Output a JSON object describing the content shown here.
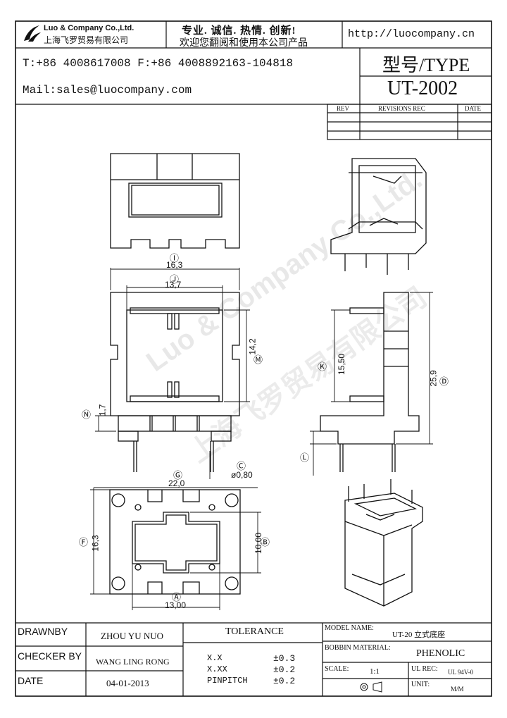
{
  "header": {
    "company_en": "Luo & Company Co.,Ltd.",
    "company_cn": "上海飞罗贸易有限公司",
    "slogan_line1": "专业. 诚信. 热情. 创新!",
    "slogan_line2": "欢迎您翻阅和使用本公司产品",
    "website": "http://luocompany.cn",
    "phone_fax": "T:+86 4008617008 F:+86 4008892163-104818",
    "email": "Mail:sales@luocompany.com",
    "type_label": "型号/TYPE",
    "model": "UT-2002"
  },
  "revisions": {
    "rev": "REV",
    "rec": "REVISIONS REC",
    "date": "DATE"
  },
  "watermark": {
    "en": "Luo & Company Co.,Ltd.",
    "cn": "上海飞罗贸易有限公司"
  },
  "dimensions": {
    "i_label": "Ⓘ",
    "i_value": "16,3",
    "j_label": "Ⓙ",
    "j_value": "13,7",
    "m_label": "Ⓜ",
    "m_value": "14,2",
    "n_label": "Ⓝ",
    "n_value": "1,7",
    "c_label": "Ⓒ",
    "c_value": "ø0,80",
    "k_label": "Ⓚ",
    "k_value": "15,50",
    "d_label": "Ⓓ",
    "d_value": "25,9",
    "l_label": "Ⓛ",
    "g_label": "Ⓖ",
    "g_value": "22,0",
    "f_label": "Ⓕ",
    "f_value": "16,3",
    "b_label": "Ⓑ",
    "b_value": "10,00",
    "a_label": "Ⓐ",
    "a_value": "13,00"
  },
  "footer": {
    "drawnby_label": "DRAWNBY",
    "drawnby_value": "ZHOU YU NUO",
    "checker_label": "CHECKER BY",
    "checker_value": "WANG LING RONG",
    "date_label": "DATE",
    "date_value": "04-01-2013",
    "tolerance_label": "TOLERANCE",
    "tol1_key": "X.X",
    "tol1_val": "±0.3",
    "tol2_key": "X.XX",
    "tol2_val": "±0.2",
    "tol3_key": "PINPITCH",
    "tol3_val": "±0.2",
    "model_name_label": "MODEL NAME:",
    "model_name_value": "UT-20 立式底座",
    "bobbin_label": "BOBBIN MATERIAL:",
    "bobbin_value": "PHENOLIC",
    "scale_label": "SCALE:",
    "scale_value": "1:1",
    "ul_label": "UL REC:",
    "ul_value": "UL 94V-0",
    "unit_label": "UNIT:",
    "unit_value": "M/M"
  }
}
